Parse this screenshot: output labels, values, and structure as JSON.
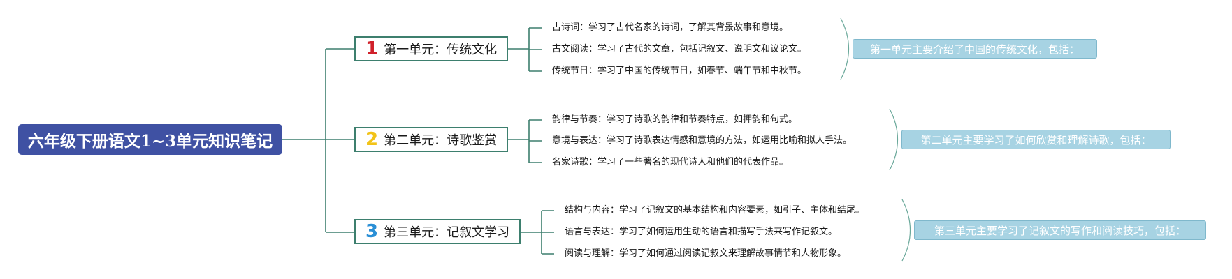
{
  "root": {
    "title": "六年级下册语文1~3单元知识笔记"
  },
  "colors": {
    "root_bg": "#3f51a3",
    "connector": "#3d7f6e",
    "summary_bg": "#a7d3e3",
    "num1": "#d0202a",
    "num2": "#f2c318",
    "num3": "#2a8fd6"
  },
  "units": [
    {
      "number": "1",
      "label": "第一单元：传统文化",
      "items": [
        "古诗词：学习了古代名家的诗词，了解其背景故事和意境。",
        "古文阅读：学习了古代的文章，包括记叙文、说明文和议论文。",
        "传统节日：学习了中国的传统节日，如春节、端午节和中秋节。"
      ],
      "summary": "第一单元主要介绍了中国的传统文化，包括："
    },
    {
      "number": "2",
      "label": "第二单元：诗歌鉴赏",
      "items": [
        "韵律与节奏：学习了诗歌的韵律和节奏特点，如押韵和句式。",
        "意境与表达：学习了诗歌表达情感和意境的方法，如运用比喻和拟人手法。",
        "名家诗歌：学习了一些著名的现代诗人和他们的代表作品。"
      ],
      "summary": "第二单元主要学习了如何欣赏和理解诗歌，包括："
    },
    {
      "number": "3",
      "label": "第三单元：记叙文学习",
      "items": [
        "结构与内容：学习了记叙文的基本结构和内容要素，如引子、主体和结尾。",
        "语言与表达：学习了如何运用生动的语言和描写手法来写作记叙文。",
        "阅读与理解：学习了如何通过阅读记叙文来理解故事情节和人物形象。"
      ],
      "summary": "第三单元主要学习了记叙文的写作和阅读技巧，包括："
    }
  ]
}
